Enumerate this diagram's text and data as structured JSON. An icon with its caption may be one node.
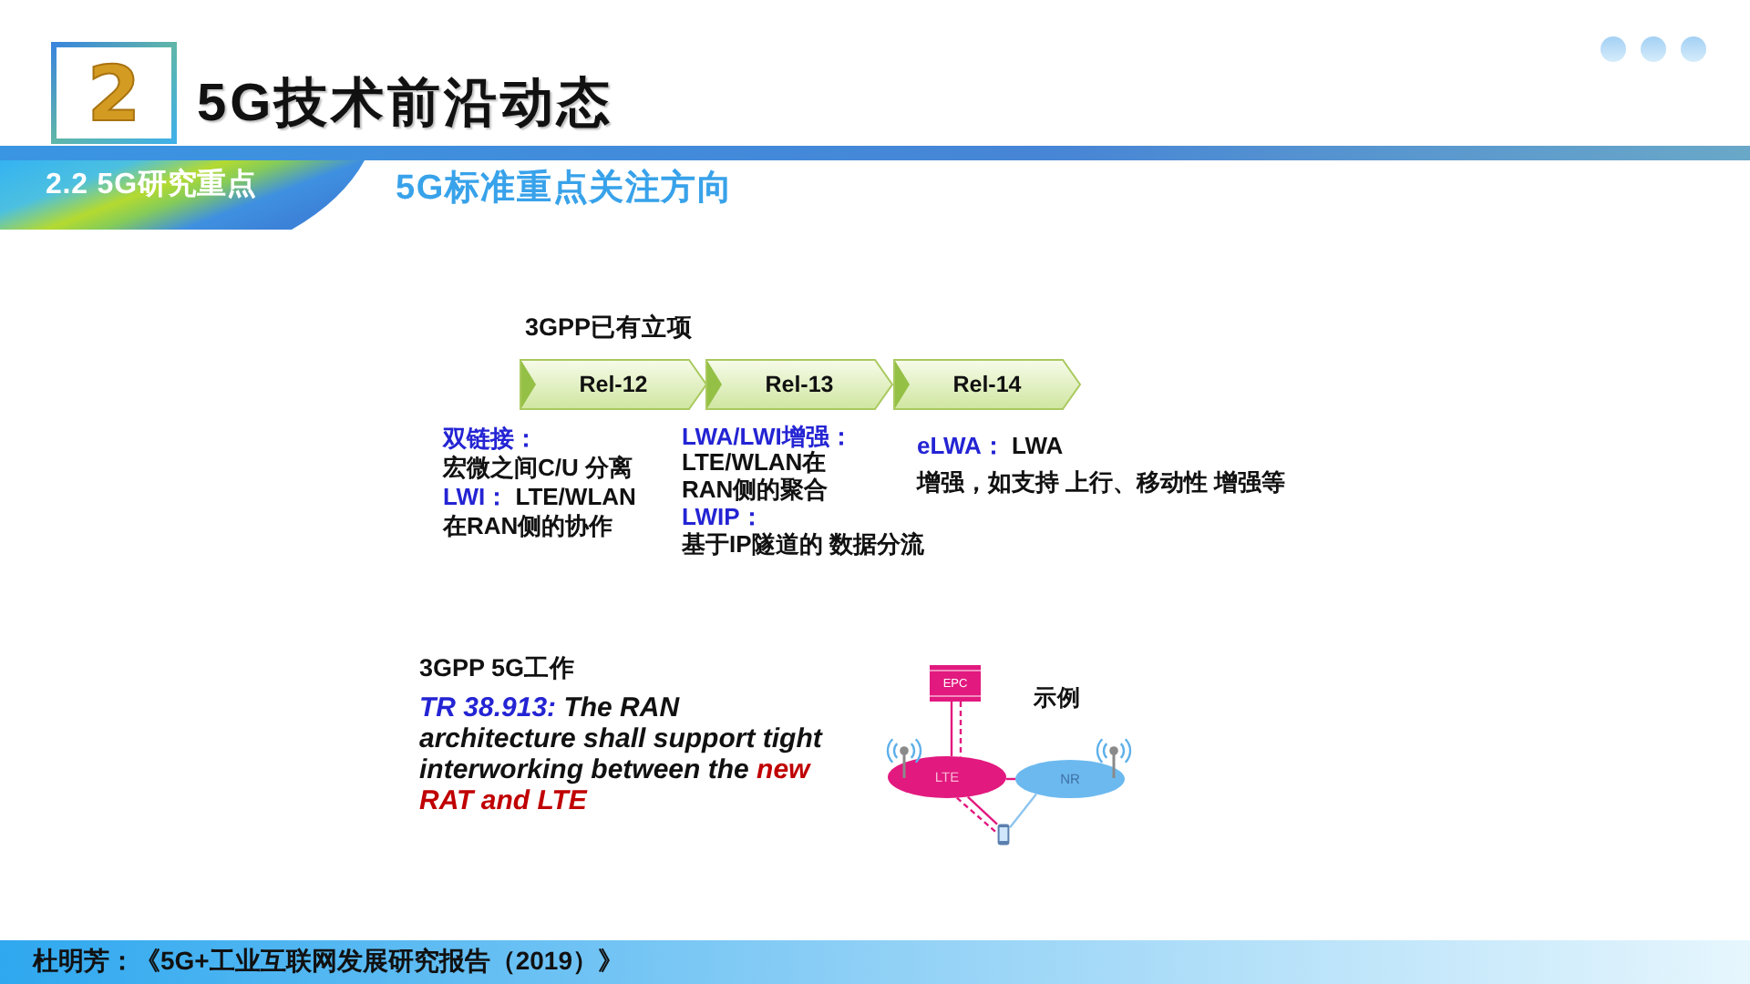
{
  "diagram": {
    "title": "5G技术前沿动态",
    "nodes": [
      {
        "text": [
          "2"
        ]
      },
      {
        "text": [
          "2.2 5G研究重点"
        ]
      },
      {
        "text": [
          "Rel-12"
        ],
        "beside": [
          "双链接：",
          "宏微之间C/U 分离",
          "LWI： LTE/WLAN在RAN侧的协作"
        ]
      },
      {
        "text": [
          "Rel-13"
        ],
        "beside": [
          "LWA/LWI增强：",
          "LTE/WLAN在RAN侧的聚合",
          "LWIP：",
          "基于IP隧道的 数据分流"
        ]
      },
      {
        "text": [
          "Rel-14"
        ],
        "beside": [
          "eLWA： LWA增强，如支持 上行、移动性 增强等"
        ]
      },
      {
        "text": [
          "EPC"
        ]
      },
      {
        "text": [
          "LTE"
        ]
      },
      {
        "text": [
          "NR"
        ]
      },
      {
        "text": [],
        "shape": "picture"
      },
      {
        "text": [
          "杜明芳：《5G+工业互联网发展研究报告（2019）》"
        ]
      }
    ],
    "edges": [
      {
        "from": 5,
        "to": 6,
        "arrow": "none"
      },
      {
        "from": 5,
        "to": 6,
        "arrow": "none",
        "style": "dashed"
      },
      {
        "from": 6,
        "to": 7,
        "arrow": "none"
      },
      {
        "from": 6,
        "to": 8,
        "arrow": "none",
        "style": "dashed"
      },
      {
        "from": 6,
        "to": 8,
        "arrow": "none"
      },
      {
        "from": 7,
        "to": 8,
        "arrow": "none",
        "color": "#8ec5ee"
      }
    ],
    "labels": [
      "5G标准重点关注方向",
      "3GPP已有立项",
      "3GPP 5G工作",
      "TR 38.913: The RAN architecture shall support tight interworking between the new RAT and LTE",
      "示例"
    ]
  }
}
